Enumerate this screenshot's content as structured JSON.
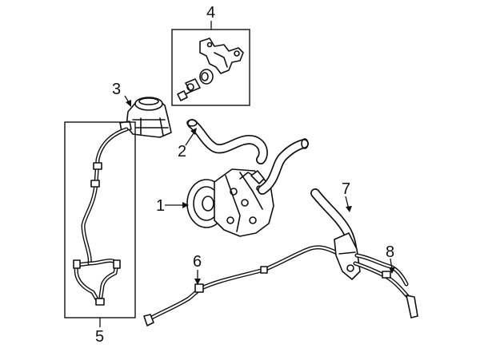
{
  "callouts": [
    {
      "id": "1",
      "label": "1",
      "part": "power-steering-pump"
    },
    {
      "id": "2",
      "label": "2",
      "part": "reservoir-hose"
    },
    {
      "id": "3",
      "label": "3",
      "part": "reservoir"
    },
    {
      "id": "4",
      "label": "4",
      "part": "pump-bracket-group"
    },
    {
      "id": "5",
      "label": "5",
      "part": "return-line-group"
    },
    {
      "id": "6",
      "label": "6",
      "part": "pressure-line"
    },
    {
      "id": "7",
      "label": "7",
      "part": "return-hose"
    },
    {
      "id": "8",
      "label": "8",
      "part": "pressure-hose"
    }
  ],
  "colors": {
    "ink": "#111111",
    "background": "#ffffff"
  }
}
